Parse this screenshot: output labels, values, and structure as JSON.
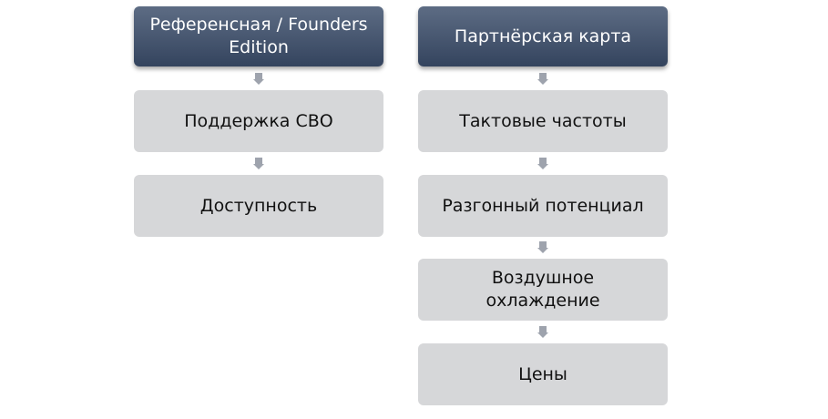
{
  "left": {
    "header": "Референсная / Founders Edition",
    "items": [
      "Поддержка СВО",
      "Доступность"
    ]
  },
  "right": {
    "header": "Партнёрская карта",
    "items": [
      "Тактовые частоты",
      "Разгонный потенциал",
      "Воздушное охлаждение",
      "Цены"
    ]
  }
}
